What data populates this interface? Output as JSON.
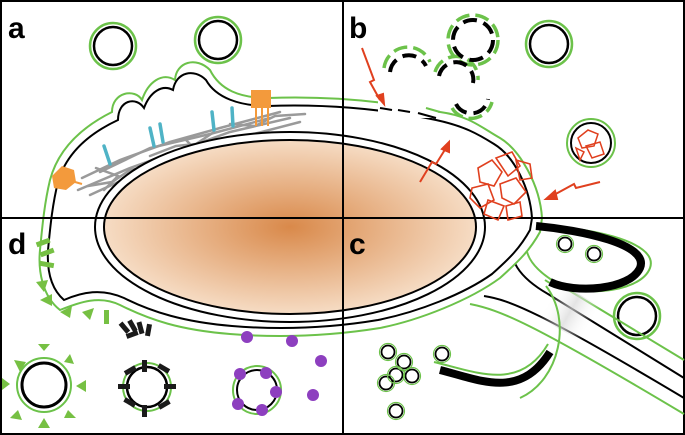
{
  "panels": [
    {
      "id": "a",
      "label": "a"
    },
    {
      "id": "b",
      "label": "b"
    },
    {
      "id": "c",
      "label": "c"
    },
    {
      "id": "d",
      "label": "d"
    }
  ],
  "colors": {
    "frame": "#000000",
    "membrane_outer": "#6cc24a",
    "membrane_inner": "#000000",
    "nucleus_center": "#d9894a",
    "nucleus_edge": "#f6dcc4",
    "cytoskeleton": "#9a9a9a",
    "linker": "#4fb3c6",
    "receptor": "#f39a3c",
    "damage_arrow": "#e0401f",
    "debris": "#e0401f",
    "green_protein": "#76c043",
    "black_protein": "#1a1a1a",
    "purple_particle": "#8d3fbf",
    "tube_highlight": "#cfcfcf"
  },
  "icons": {
    "lightning": "zigzag-arrow-icon",
    "receptor": "receptor-icon",
    "vesicle": "vesicle-icon"
  }
}
